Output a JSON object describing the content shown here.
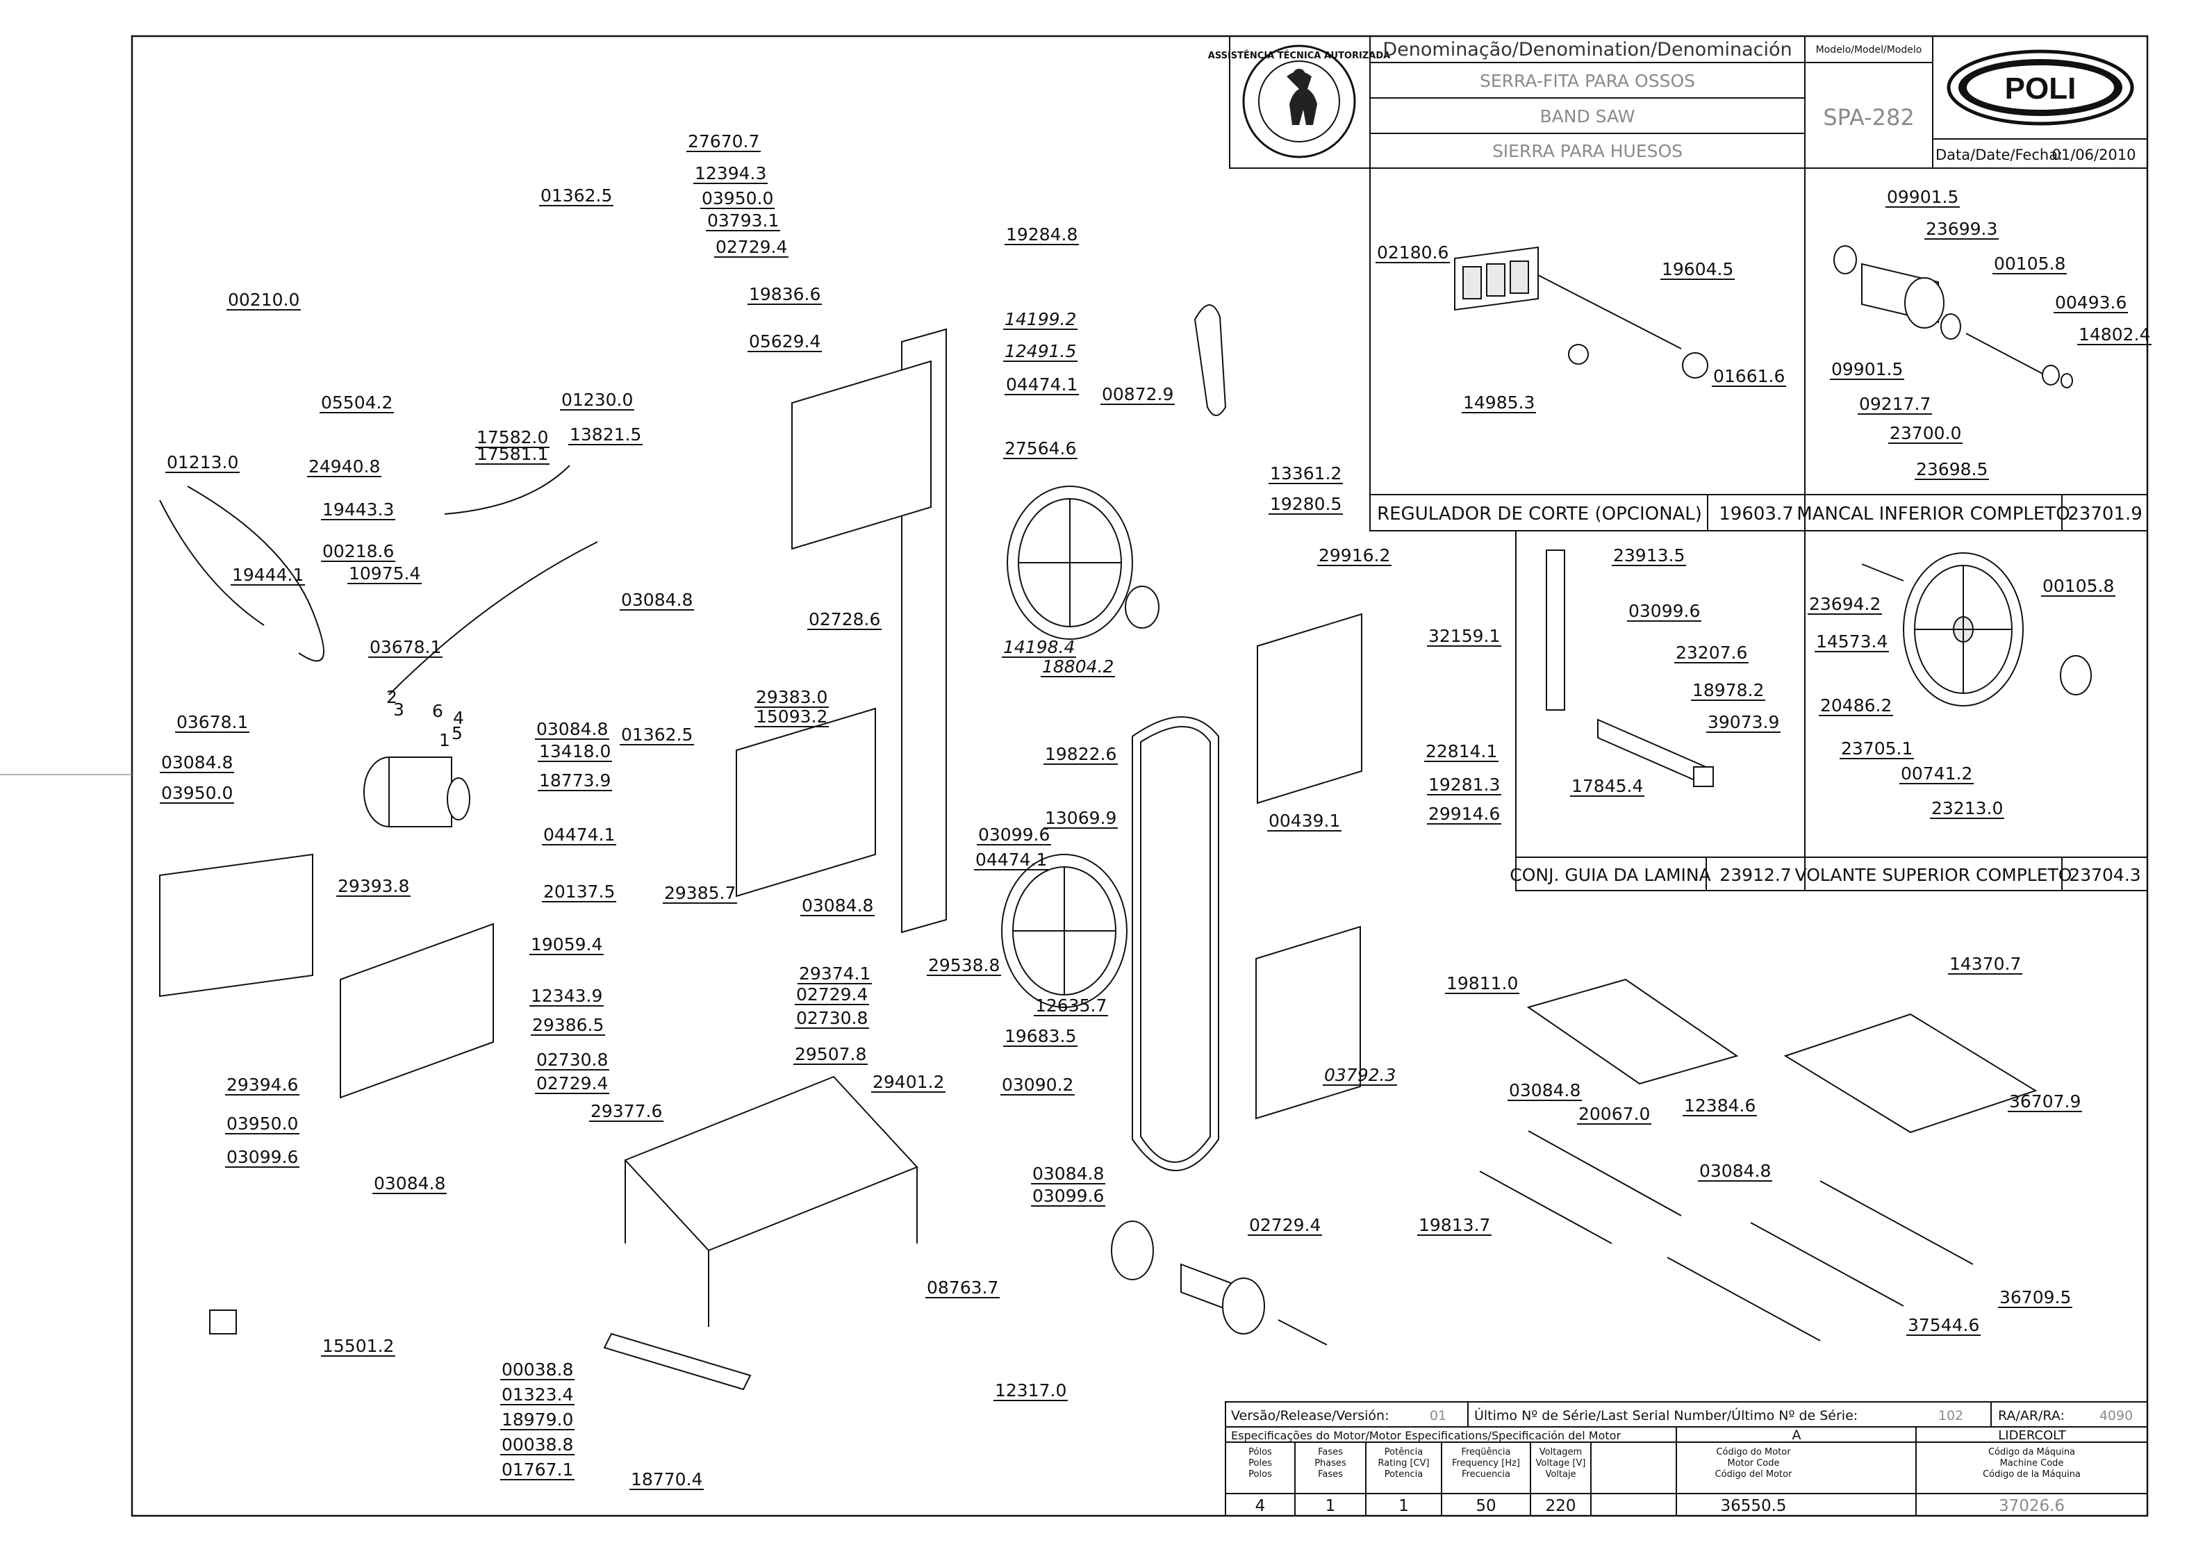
{
  "title_block": {
    "denomination_header": "Denominação/Denomination/Denominación",
    "names": [
      "SERRA-FITA PARA OSSOS",
      "BAND SAW",
      "SIERRA PARA HUESOS"
    ],
    "model_header": "Modelo/Model/Modelo",
    "model": "SPA-282",
    "brand_logo": "POLI",
    "seal_text": "ASSISTÊNCIA TÉCNICA AUTORIZADA",
    "date_label": "Data/Date/Fecha:",
    "date": "01/06/2010"
  },
  "subassemblies": [
    {
      "name": "REGULADOR DE CORTE (OPCIONAL)",
      "code": "19603.7"
    },
    {
      "name": "MANCAL INFERIOR COMPLETO",
      "code": "23701.9"
    },
    {
      "name": "CONJ. GUIA DA LAMINA",
      "code": "23912.7"
    },
    {
      "name": "VOLANTE SUPERIOR COMPLETO",
      "code": "23704.3"
    }
  ],
  "part_labels": [
    "00210.0",
    "05504.2",
    "01213.0",
    "24940.8",
    "19444.1",
    "19443.3",
    "00218.6",
    "10975.4",
    "03678.1",
    "03678.1",
    "01362.5",
    "27670.7",
    "12394.3",
    "03950.0",
    "03793.1",
    "02729.4",
    "19836.6",
    "05629.4",
    "19284.8",
    "14199.2",
    "12491.5",
    "04474.1",
    "27564.6",
    "00872.9",
    "01230.0",
    "13821.5",
    "17582.0",
    "17581.1",
    "03084.8",
    "29383.0",
    "15093.2",
    "01362.5",
    "02728.6",
    "14198.4",
    "18804.2",
    "19822.6",
    "13069.9",
    "03084.8",
    "13418.0",
    "18773.9",
    "04474.1",
    "20137.5",
    "29385.7",
    "03099.6",
    "04474.1",
    "03084.8",
    "03084.8",
    "03950.0",
    "29393.8",
    "29394.6",
    "03950.0",
    "03099.6",
    "03084.8",
    "19059.4",
    "12343.9",
    "29386.5",
    "02730.8",
    "02729.4",
    "29377.6",
    "29374.1",
    "02729.4",
    "02730.8",
    "29507.8",
    "29401.2",
    "29538.8",
    "12635.7",
    "19683.5",
    "03090.2",
    "08763.7",
    "15501.2",
    "00038.8",
    "01323.4",
    "18979.0",
    "00038.8",
    "01767.1",
    "18770.4",
    "13361.2",
    "19280.5",
    "29916.2",
    "32159.1",
    "22814.1",
    "19281.3",
    "29914.6",
    "00439.1",
    "03792.3",
    "03084.8",
    "03099.6",
    "12317.0",
    "02729.4",
    "02180.6",
    "19604.5",
    "14985.3",
    "01661.6",
    "09901.5",
    "23699.3",
    "00105.8",
    "00493.6",
    "14802.4",
    "09901.5",
    "09217.7",
    "23700.0",
    "23698.5",
    "23913.5",
    "03099.6",
    "23207.6",
    "18978.2",
    "39073.9",
    "17845.4",
    "23694.2",
    "14573.4",
    "00105.8",
    "20486.2",
    "23705.1",
    "00741.2",
    "23213.0",
    "19811.0",
    "14370.7",
    "12384.6",
    "36707.9",
    "03084.8",
    "20067.0",
    "19813.7",
    "03084.8",
    "36709.5",
    "37544.6"
  ],
  "wire_numbers": [
    "2",
    "3",
    "6",
    "4",
    "1",
    "5"
  ],
  "release_block": {
    "version_label": "Versão/Release/Versión:",
    "version": "01",
    "serial_label": "Último Nº de Série/Last Serial Number/Último Nº de Série:",
    "serial": "102",
    "ra_label": "RA/AR/RA:",
    "ra": "4090"
  },
  "motor_block": {
    "spec_header": "Especificações do Motor/Motor Especifications/Specificación del Motor",
    "code_header": "A",
    "maker": "LIDERCOLT",
    "columns": [
      {
        "label": "Pólos\nPoles\nPolos",
        "value": "4"
      },
      {
        "label": "Fases\nPhases\nFases",
        "value": "1"
      },
      {
        "label": "Potência\nRating [CV]\nPotencia",
        "value": "1"
      },
      {
        "label": "Freqüência\nFrequency [Hz]\nFrecuencia",
        "value": "50"
      },
      {
        "label": "Voltagem\nVoltage [V]\nVoltaje",
        "value": "220"
      },
      {
        "label": "Código do Motor\nMotor Code\nCódigo del Motor",
        "value": "36550.5"
      },
      {
        "label": "Código da Máquina\nMachine Code\nCódigo de la Máquina",
        "value": "37026.6"
      }
    ]
  },
  "colors": {
    "ink": "#111111",
    "grey_text": "#8a8a8a",
    "paper": "#ffffff"
  }
}
